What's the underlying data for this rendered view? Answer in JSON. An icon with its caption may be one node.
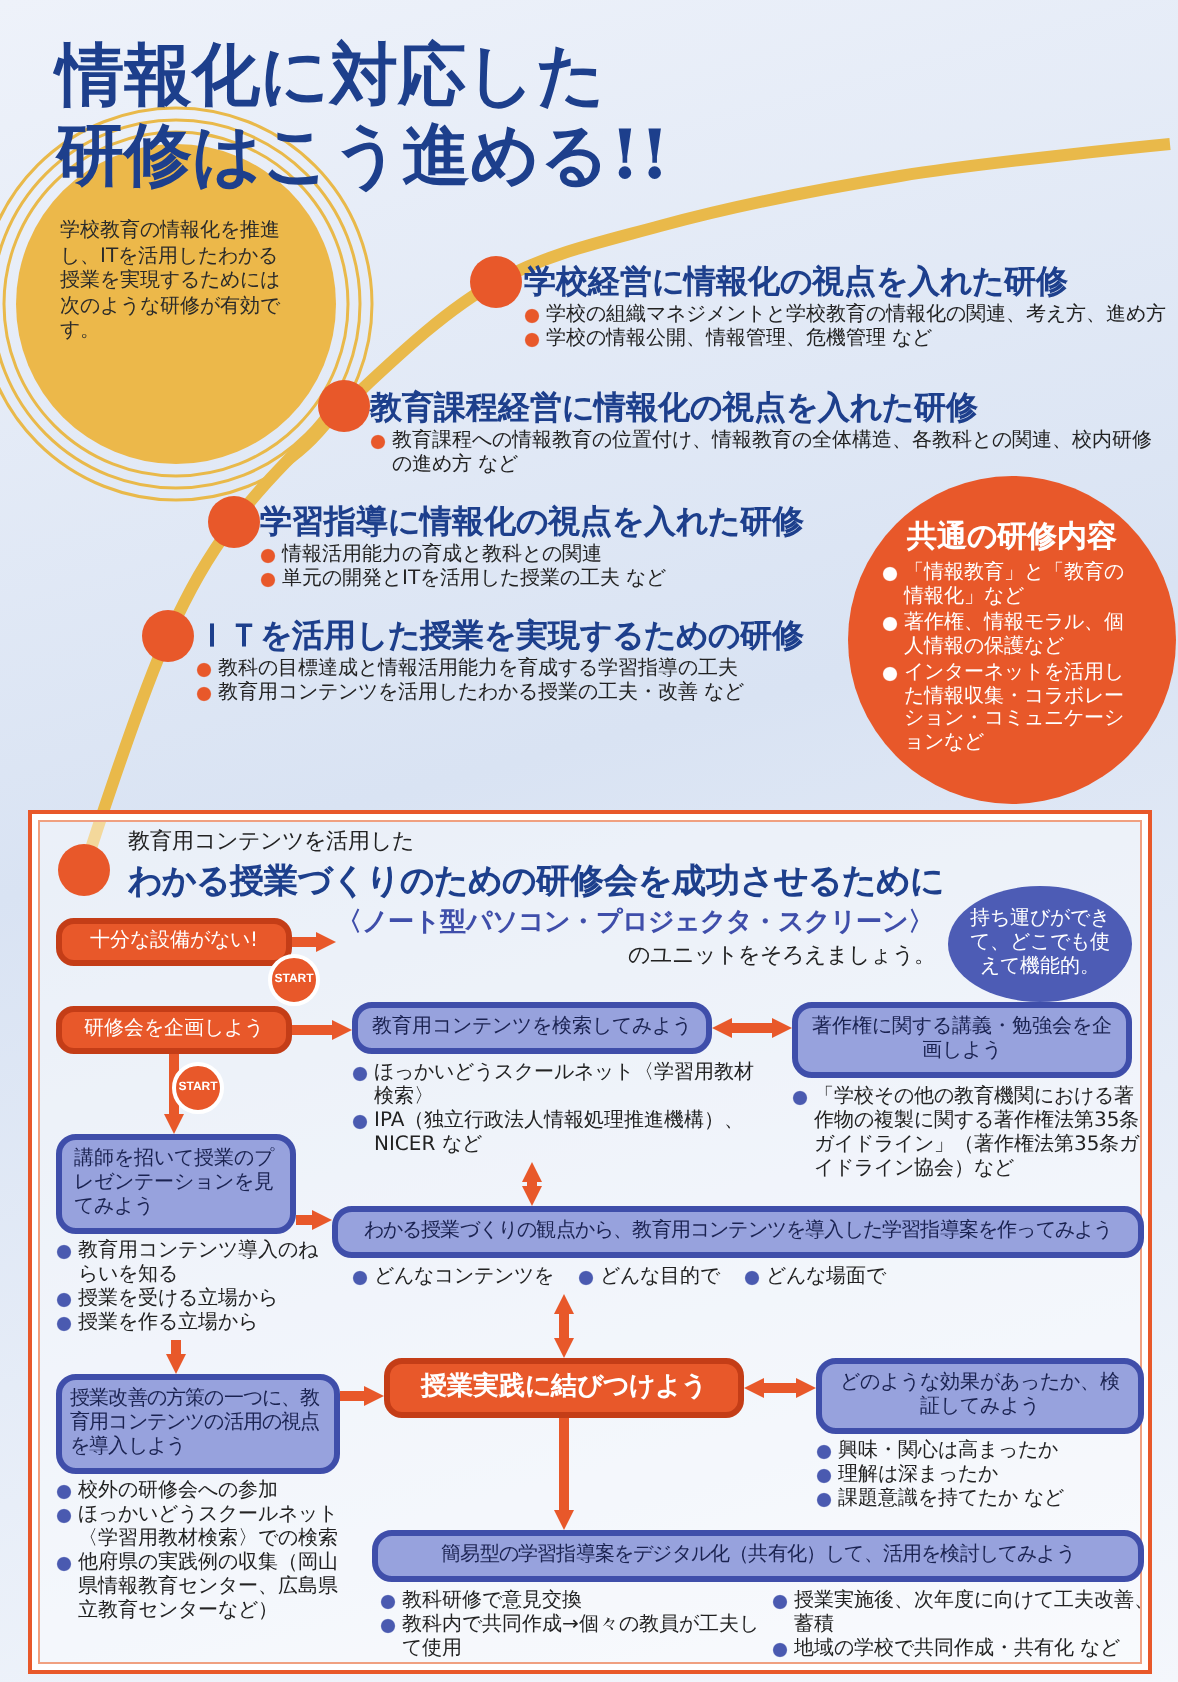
{
  "diagram": {
    "title": "情報化に対応した研修はこう進める!!",
    "nodes": [
      {
        "text": [
          "学校教育の情報化を推進し、ITを活用したわかる授業を実現するためには次のような研修が有効です。"
        ]
      },
      {
        "text": [
          "共通の研修内容",
          "「情報教育」と「教育の情報化」など",
          "著作権、情報モラル、個人情報の保護など",
          "インターネットを活用した情報収集・コラボレーション・コミュニケーションなど"
        ]
      },
      {
        "text": [
          "教育用コンテンツを活用した",
          "わかる授業づくりのための研修会を成功させるために"
        ]
      },
      {
        "text": [
          "十分な設備がない!"
        ],
        "in": 2
      },
      {
        "text": [
          "〈ノート型パソコン・プロジェクタ・スクリーン〉",
          "のユニットをそろえましょう。"
        ],
        "in": 2
      },
      {
        "text": [
          "持ち運びができて、どこでも使えて機能的。"
        ],
        "in": 2
      },
      {
        "text": [
          "研修会を企画しよう"
        ],
        "in": 2
      },
      {
        "text": [
          "教育用コンテンツを検索してみよう"
        ],
        "in": 2,
        "beside": [
          "ほっかいどうスクールネット〈学習用教材検索〉",
          "IPA（独立行政法人情報処理推進機構）、NICER など"
        ]
      },
      {
        "text": [
          "著作権に関する講義・勉強会を企画しよう"
        ],
        "in": 2,
        "beside": [
          "「学校その他の教育機関における著作物の複製に関する著作権法第35条ガイドライン」（著作権法第35条ガイドライン協会）など"
        ]
      },
      {
        "text": [
          "講師を招いて授業のプレゼンテーションを見てみよう"
        ],
        "in": 2,
        "beside": [
          "教育用コンテンツ導入のねらいを知る",
          "授業を受ける立場から",
          "授業を作る立場から"
        ]
      },
      {
        "text": [
          "わかる授業づくりの観点から、教育用コンテンツを導入した学習指導案を作ってみよう"
        ],
        "in": 2,
        "beside": [
          "どんなコンテンツを",
          "どんな目的で",
          "どんな場面で"
        ]
      },
      {
        "text": [
          "授業改善の方策の一つに、教育用コンテンツの活用の視点を導入しよう"
        ],
        "in": 2,
        "beside": [
          "校外の研修会への参加",
          "ほっかいどうスクールネット〈学習用教材検索〉での検索",
          "他府県の実践例の収集（岡山県情報教育センター、広島県立教育センターなど）"
        ]
      },
      {
        "text": [
          "授業実践に結びつけよう"
        ],
        "in": 2
      },
      {
        "text": [
          "どのような効果があったか、検証してみよう"
        ],
        "in": 2,
        "beside": [
          "興味・関心は高まったか",
          "理解は深まったか",
          "課題意識を持てたか など"
        ]
      },
      {
        "text": [
          "簡易型の学習指導案をデジタル化（共有化）して、活用を検討してみよう"
        ],
        "in": 2,
        "beside": [
          "教科研修で意見交換",
          "教科内で共同作成→個々の教員が工夫して使用",
          "授業実施後、次年度に向けて工夫改善、蓄積",
          "地域の学校で共同作成・共有化 など"
        ]
      }
    ],
    "edges": [
      {
        "from": 3,
        "to": 4,
        "arrow": "to"
      },
      {
        "from": 6,
        "to": 7,
        "arrow": "to"
      },
      {
        "from": 7,
        "to": 8,
        "arrow": "both"
      },
      {
        "from": 6,
        "to": 9,
        "arrow": "to"
      },
      {
        "from": 9,
        "to": 10,
        "arrow": "to"
      },
      {
        "from": 7,
        "to": 10,
        "arrow": "both"
      },
      {
        "from": 10,
        "to": 12,
        "arrow": "both"
      },
      {
        "from": 9,
        "to": 11,
        "arrow": "to"
      },
      {
        "from": 11,
        "to": 12,
        "arrow": "to"
      },
      {
        "from": 12,
        "to": 13,
        "arrow": "both"
      },
      {
        "from": 12,
        "to": 14,
        "arrow": "to"
      }
    ],
    "labels": [
      "学校経営に情報化の視点を入れた研修",
      "学校の組織マネジメントと学校教育の情報化の関連、考え方、進め方",
      "学校の情報公開、情報管理、危機管理 など",
      "教育課程経営に情報化の視点を入れた研修",
      "教育課程への情報教育の位置付け、情報教育の全体構造、各教科との関連、校内研修の進め方 など",
      "学習指導に情報化の視点を入れた研修",
      "情報活用能力の育成と教科との関連",
      "単元の開発とITを活用した授業の工夫 など",
      "ＩＴを活用した授業を実現するための研修",
      "教科の目標達成と情報活用能力を育成する学習指導の工夫",
      "教育用コンテンツを活用したわかる授業の工夫・改善 など",
      "START",
      "START"
    ]
  }
}
